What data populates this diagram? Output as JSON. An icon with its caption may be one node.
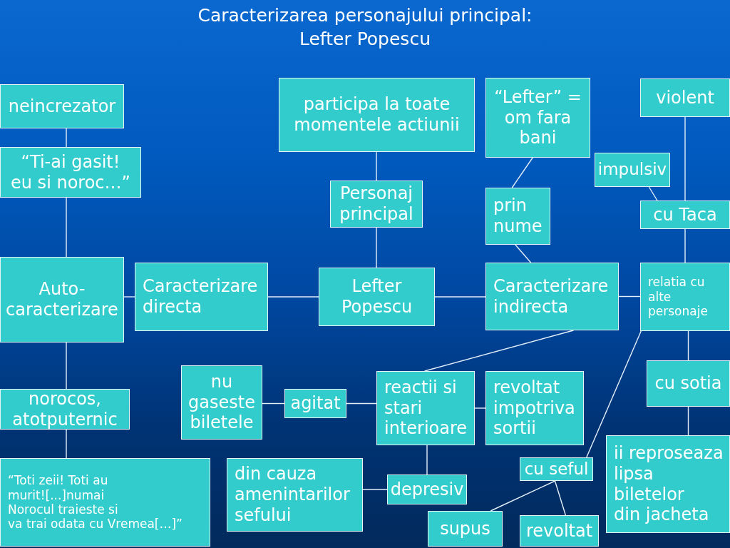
{
  "diagram": {
    "title": "Caracterizarea personajului principal: Lefter Popescu",
    "nodes": [
      {
        "text": [
          "neincrezator"
        ]
      },
      {
        "text": [
          "“Ti-ai gasit! eu si noroc…”"
        ]
      },
      {
        "text": [
          "participa la toate momentele actiunii"
        ]
      },
      {
        "text": [
          "“Lefter” = om fara bani"
        ]
      },
      {
        "text": [
          "violent"
        ]
      },
      {
        "text": [
          "impulsiv"
        ]
      },
      {
        "text": [
          "Personaj principal"
        ]
      },
      {
        "text": [
          "prin nume"
        ]
      },
      {
        "text": [
          "cu Taca"
        ]
      },
      {
        "text": [
          "Auto- caracterizare"
        ]
      },
      {
        "text": [
          "Caracterizare directa"
        ]
      },
      {
        "text": [
          "Lefter Popescu"
        ]
      },
      {
        "text": [
          "Caracterizare indirecta"
        ]
      },
      {
        "text": [
          "relatia cu alte personaje"
        ]
      },
      {
        "text": [
          "nu gaseste biletele"
        ]
      },
      {
        "text": [
          "agitat"
        ]
      },
      {
        "text": [
          "reactii si stari interioare"
        ]
      },
      {
        "text": [
          "revoltat impotriva sortii"
        ]
      },
      {
        "text": [
          "cu sotia"
        ]
      },
      {
        "text": [
          "norocos, atotputernic"
        ]
      },
      {
        "text": [
          "ii reproseaza lipsa biletelor din jacheta"
        ]
      },
      {
        "text": [
          "“Toti zeii! Toti au murit![...]numai Norocul traieste si va trai odata cu Vremea[…]”"
        ]
      },
      {
        "text": [
          "din cauza amenintarilor sefului"
        ]
      },
      {
        "text": [
          "depresiv"
        ]
      },
      {
        "text": [
          "cu seful"
        ]
      },
      {
        "text": [
          "supus"
        ]
      },
      {
        "text": [
          "revoltat"
        ]
      }
    ],
    "edges": [
      {
        "from": 0,
        "to": 1,
        "arrow": "none"
      },
      {
        "from": 1,
        "to": 9,
        "arrow": "none"
      },
      {
        "from": 9,
        "to": 10,
        "arrow": "none"
      },
      {
        "from": 10,
        "to": 11,
        "arrow": "none"
      },
      {
        "from": 2,
        "to": 6,
        "arrow": "none"
      },
      {
        "from": 6,
        "to": 11,
        "arrow": "none"
      },
      {
        "from": 11,
        "to": 12,
        "arrow": "none"
      },
      {
        "from": 3,
        "to": 7,
        "arrow": "none"
      },
      {
        "from": 7,
        "to": 12,
        "arrow": "none"
      },
      {
        "from": 12,
        "to": 13,
        "arrow": "none"
      },
      {
        "from": 4,
        "to": 8,
        "arrow": "none"
      },
      {
        "from": 5,
        "to": 8,
        "arrow": "none"
      },
      {
        "from": 8,
        "to": 13,
        "arrow": "none"
      },
      {
        "from": 13,
        "to": 18,
        "arrow": "none"
      },
      {
        "from": 13,
        "to": 24,
        "arrow": "none"
      },
      {
        "from": 18,
        "to": 20,
        "arrow": "none"
      },
      {
        "from": 12,
        "to": 16,
        "arrow": "none"
      },
      {
        "from": 16,
        "to": 15,
        "arrow": "none"
      },
      {
        "from": 15,
        "to": 14,
        "arrow": "none"
      },
      {
        "from": 16,
        "to": 17,
        "arrow": "none"
      },
      {
        "from": 16,
        "to": 23,
        "arrow": "none"
      },
      {
        "from": 23,
        "to": 22,
        "arrow": "none"
      },
      {
        "from": 9,
        "to": 19,
        "arrow": "none"
      },
      {
        "from": 19,
        "to": 21,
        "arrow": "none"
      },
      {
        "from": 24,
        "to": 25,
        "arrow": "none"
      },
      {
        "from": 24,
        "to": 26,
        "arrow": "none"
      }
    ]
  }
}
